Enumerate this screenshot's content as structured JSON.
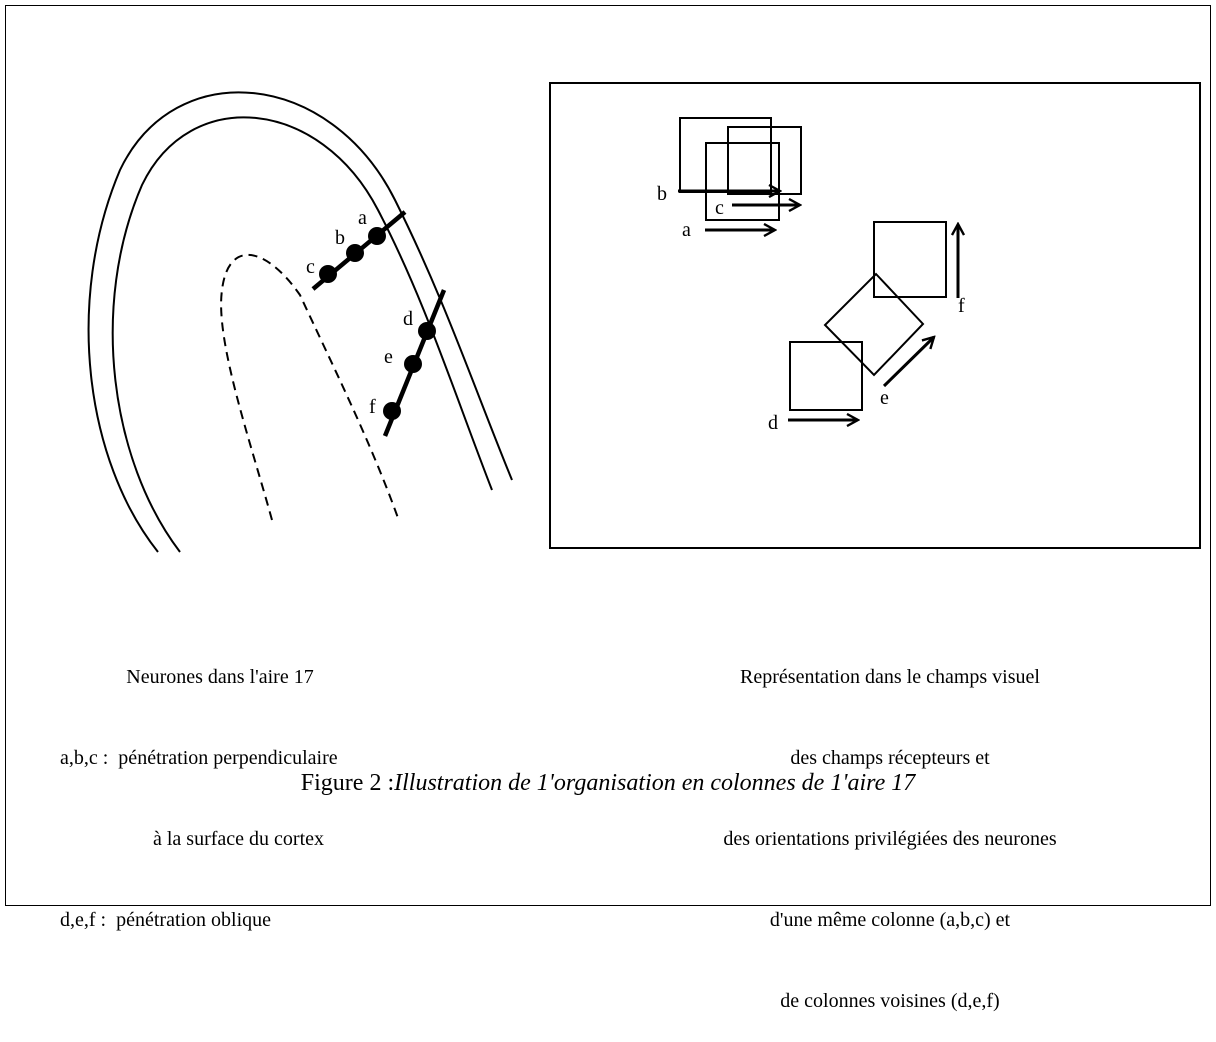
{
  "left_diagram": {
    "neuron_labels": [
      "a",
      "b",
      "c",
      "d",
      "e",
      "f"
    ]
  },
  "right_diagram": {
    "field_labels": [
      "b",
      "c",
      "a",
      "d",
      "e",
      "f"
    ]
  },
  "left_caption": {
    "line1": "Neurones dans l'aire 17",
    "line2": "a,b,c :  pénétration perpendiculaire",
    "line3": "à la surface du cortex",
    "line4": "d,e,f :  pénétration oblique"
  },
  "right_caption": {
    "line1": "Représentation dans le champs visuel",
    "line2": "des champs récepteurs et",
    "line3": "des orientations privilégiées des neurones",
    "line4": "d'une même colonne (a,b,c) et",
    "line5": "de colonnes voisines (d,e,f)"
  },
  "figure_title": {
    "prefix": "Figure 2 :",
    "text": "Illustration de 1'organisation en colonnes de 1'aire 17"
  }
}
